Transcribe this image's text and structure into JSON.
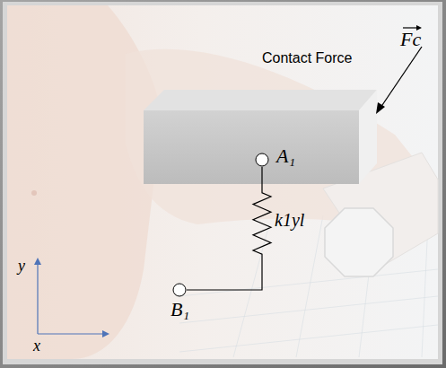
{
  "diagram": {
    "nodes": [
      {
        "text": [
          "A₁"
        ]
      },
      {
        "text": [
          "B₁"
        ]
      }
    ],
    "edges": [
      {
        "from": 0,
        "to": 1,
        "arrow": "none",
        "label": "k1yl"
      }
    ],
    "labels": [
      "Contact Force",
      "Fc",
      "y",
      "x"
    ]
  }
}
